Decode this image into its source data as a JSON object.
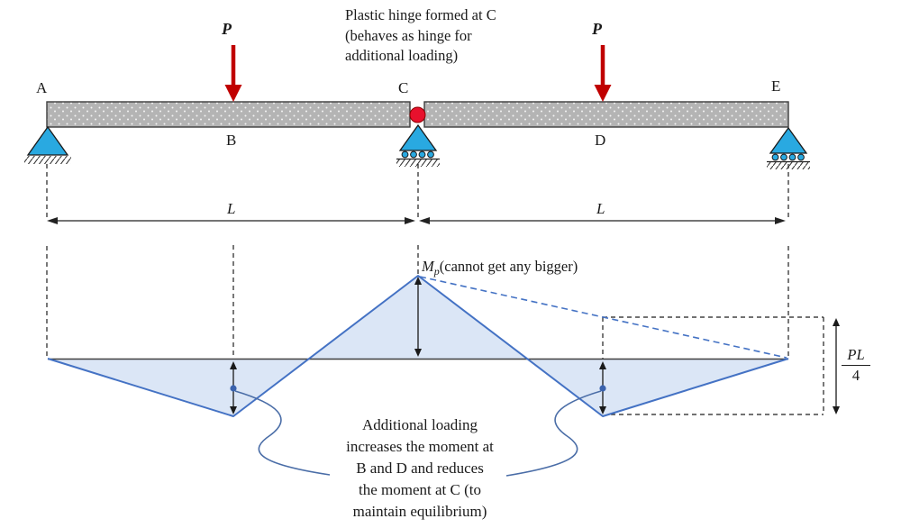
{
  "colors": {
    "beam_fill": "#b4b4b4",
    "beam_border": "#3d3d3d",
    "load_red": "#c00000",
    "hinge_red": "#e8112d",
    "hinge_border": "#8b0000",
    "support_blue": "#29a9e1",
    "support_border": "#1a1a1a",
    "moment_line": "#4472c4",
    "moment_fill": "#dbe6f6",
    "baseline_gray": "#3f3f3f",
    "dash_black": "#1f1f1f",
    "leader_blue": "#4a6da7",
    "dot_blue": "#3a62ad",
    "text_black": "#1a1a1a"
  },
  "beam": {
    "label_a": "A",
    "label_b": "B",
    "label_c": "C",
    "label_d": "D",
    "label_e": "E"
  },
  "loads": {
    "p_at_b": "P",
    "p_at_d": "P"
  },
  "dims": {
    "span_left": "L",
    "span_right": "L"
  },
  "notes": {
    "top": "Plastic hinge formed at C\n(behaves as hinge for\nadditional loading)",
    "bottom": "Additional loading\nincreases the moment at\nB and D and reduces\nthe moment at C (to\nmaintain equilibrium)"
  },
  "moment": {
    "mp_symbol": "M",
    "mp_subscript": "p",
    "mp_caption": "(cannot get any bigger)",
    "pl_numerator": "PL",
    "pl_denominator": "4"
  }
}
